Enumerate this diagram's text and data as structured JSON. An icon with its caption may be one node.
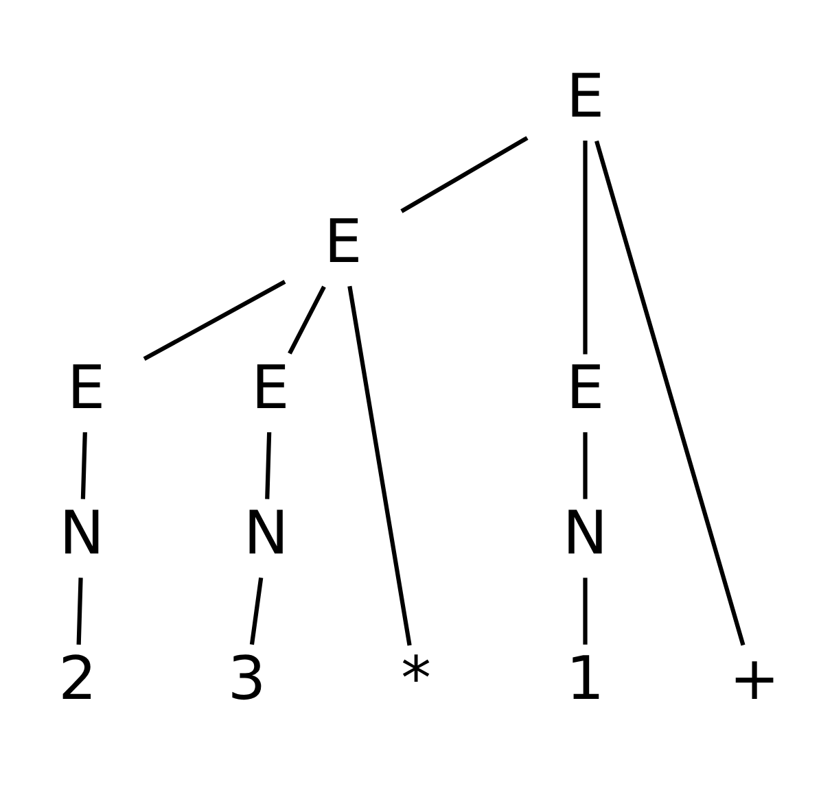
{
  "diagram": {
    "nodes": [
      {
        "text": [
          "E"
        ]
      },
      {
        "text": [
          "E"
        ]
      },
      {
        "text": [
          "E"
        ]
      },
      {
        "text": [
          "E"
        ]
      },
      {
        "text": [
          "E"
        ]
      },
      {
        "text": [
          "N"
        ]
      },
      {
        "text": [
          "N"
        ]
      },
      {
        "text": [
          "N"
        ]
      },
      {
        "text": [
          "1"
        ]
      },
      {
        "text": [
          "+"
        ]
      },
      {
        "text": [
          "2"
        ]
      },
      {
        "text": [
          "*"
        ]
      },
      {
        "text": [
          "3"
        ]
      }
    ],
    "edges": [
      {
        "from": 0,
        "to": 2,
        "arrow": "none"
      },
      {
        "from": 0,
        "to": 9,
        "arrow": "none"
      },
      {
        "from": 0,
        "to": 1,
        "arrow": "none"
      },
      {
        "from": 1,
        "to": 3,
        "arrow": "none"
      },
      {
        "from": 1,
        "to": 11,
        "arrow": "none"
      },
      {
        "from": 1,
        "to": 4,
        "arrow": "none"
      },
      {
        "from": 2,
        "to": 5,
        "arrow": "none"
      },
      {
        "from": 5,
        "to": 8,
        "arrow": "none"
      },
      {
        "from": 3,
        "to": 6,
        "arrow": "none"
      },
      {
        "from": 6,
        "to": 10,
        "arrow": "none"
      },
      {
        "from": 4,
        "to": 7,
        "arrow": "none"
      },
      {
        "from": 7,
        "to": 12,
        "arrow": "none"
      }
    ]
  }
}
